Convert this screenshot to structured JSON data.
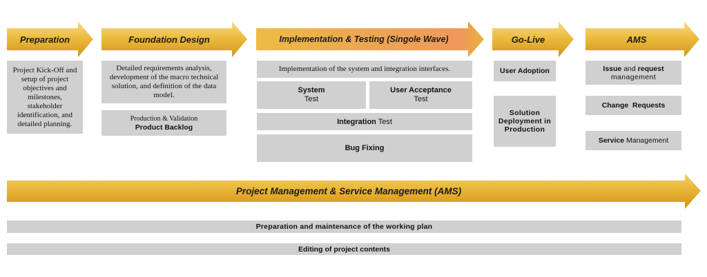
{
  "phases": {
    "preparation": {
      "title": "Preparation",
      "description": "Project Kick-Off and setup of project objectives and milestones, stakeholder identification, and detailed planning."
    },
    "foundation": {
      "title": "Foundation Design",
      "description": "Detailed requirements analysis, development of the macro technical solution, and definition of the data model.",
      "backlog_line1": "Production & Validation",
      "backlog_line2": "Product Backlog"
    },
    "implementation": {
      "title": "Implementation & Testing (Singole Wave)",
      "description": "Implementation of the system and integration interfaces.",
      "system_test_bold": "System",
      "system_test_rest": "Test",
      "uat_bold": "User Acceptance",
      "uat_rest": "Test",
      "integration_bold": "Integration",
      "integration_rest": " Test",
      "bug_fixing": "Bug Fixing"
    },
    "golive": {
      "title": "Go-Live",
      "user_adoption": "User Adoption",
      "deployment_l1": "Solution",
      "deployment_l2": "Deployment in",
      "deployment_l3": "Production"
    },
    "ams": {
      "title": "AMS",
      "issue_bold1": "Issue",
      "issue_mid": " and ",
      "issue_bold2": "request",
      "issue_l2": "management",
      "change_requests": "Change  Requests",
      "service_bold": "Service",
      "service_rest": " Management"
    }
  },
  "management": {
    "title": "Project Management & Service Management (AMS)",
    "row1": "Preparation and maintenance of the working plan",
    "row2": "Editing of project contents"
  },
  "colors": {
    "arrow_gold_light": "#f7d878",
    "arrow_gold": "#e9b533",
    "arrow_gold_dark": "#c8901a",
    "highlight_orange": "#f0995a",
    "box_gray": "#d0d0d0"
  }
}
